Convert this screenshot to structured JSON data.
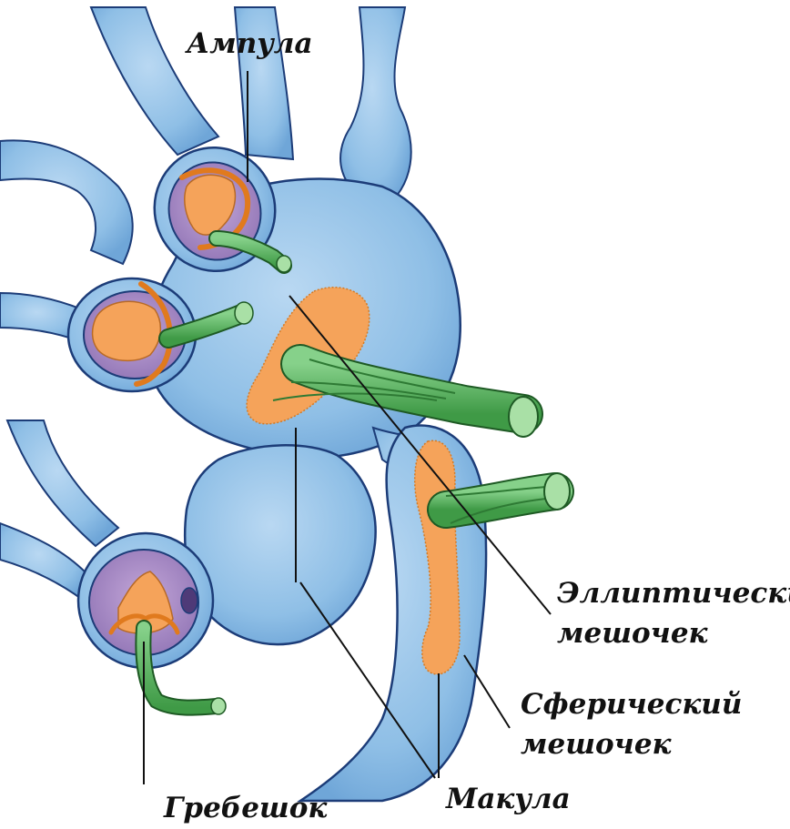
{
  "labels": {
    "ampulla": "Ампула",
    "utricle_line1": "Эллиптический",
    "utricle_line2": "мешочек",
    "saccule_line1": "Сферический",
    "saccule_line2": "мешочек",
    "macula": "Макула",
    "crista": "Гребешок"
  },
  "colors": {
    "membrane": "#8fbfe6",
    "membrane_outline": "#1c3c78",
    "ampulla_interior": "#a98ac4",
    "sensory_epithelium": "#f5a35a",
    "nerve": "#5cb860",
    "nerve_outline": "#1e5a24",
    "leader_line": "#111111",
    "background": "#ffffff"
  }
}
